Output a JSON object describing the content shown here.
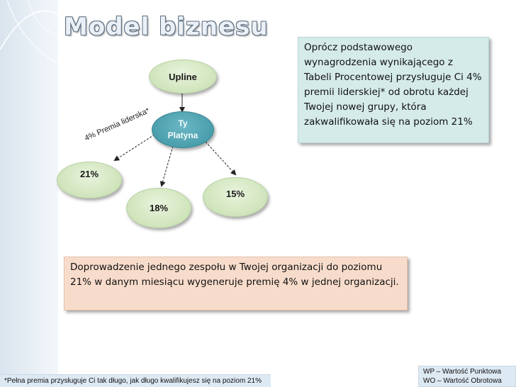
{
  "slide": {
    "title": "Model biznesu"
  },
  "callouts": {
    "bonus_info": "Oprócz podstawowego wynagrodzenia wynikającego z Tabeli Procentowej przysługuje Ci 4% premii liderskiej* od obrotu każdej Twojej nowej grupy, która zakwalifikowała się na poziom 21%",
    "summary": "Doprowadzenie jednego zespołu w Twojej organizacji do poziomu 21% w danym miesiącu wygeneruje premię 4% w jednej organizacji."
  },
  "diagram": {
    "upline": "Upline",
    "ty_line1": "Ty",
    "ty_line2": "Platyna",
    "node_21": "21%",
    "node_18": "18%",
    "node_15": "15%",
    "premia_label": "4% Premia liderska*"
  },
  "footer": {
    "footnote": "*Pełna premia przysługuje Ci tak długo, jak długo kwalifikujesz się na poziom 21%",
    "legend_wp": "WP – Wartość Punktowa",
    "legend_wo": "WO – Wartość Obrotowa"
  },
  "colors": {
    "node_green": "#cfe4bb",
    "node_teal": "#4a9eac",
    "callout_blue": "#d5ebea",
    "callout_orange": "#f8dccb"
  }
}
